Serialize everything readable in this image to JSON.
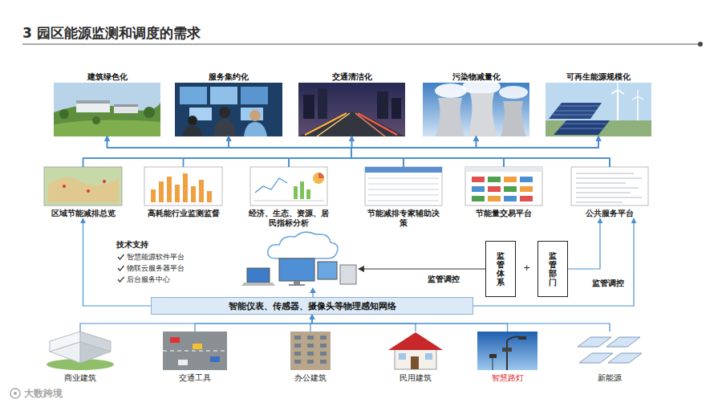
{
  "diagram": {
    "title": "3 园区能源监测和调度的需求",
    "nodes": [
      {
        "text": [
          "建筑绿色化"
        ]
      },
      {
        "text": [
          "服务集约化"
        ]
      },
      {
        "text": [
          "交通清洁化"
        ]
      },
      {
        "text": [
          "污染物减量化"
        ]
      },
      {
        "text": [
          "可再生能源规模化"
        ]
      },
      {
        "text": [
          "区域节能减排总览"
        ]
      },
      {
        "text": [
          "高耗能行业监测监督"
        ]
      },
      {
        "text": [
          "经济、生态、资源、居民指标分析"
        ]
      },
      {
        "text": [
          "节能减排专家辅助决策"
        ]
      },
      {
        "text": [
          "节能量交易平台"
        ]
      },
      {
        "text": [
          "公共服务平台"
        ]
      },
      {
        "text": [
          "监管体系"
        ]
      },
      {
        "text": [
          "监管部门"
        ]
      },
      {
        "text": [
          "智能仪表、传感器、摄像头等物理感知网络"
        ]
      },
      {
        "text": [
          "商业建筑"
        ]
      },
      {
        "text": [
          "交通工具"
        ]
      },
      {
        "text": [
          "办公建筑"
        ]
      },
      {
        "text": [
          "民用建筑"
        ]
      },
      {
        "text": [
          "智慧路灯"
        ]
      },
      {
        "text": [
          "新能源"
        ]
      }
    ],
    "edges": [
      {
        "from": 5,
        "to": 0,
        "arrow": "to"
      },
      {
        "from": 5,
        "to": 1,
        "arrow": "to"
      },
      {
        "from": 5,
        "to": 2,
        "arrow": "to"
      },
      {
        "from": 5,
        "to": 3,
        "arrow": "to"
      },
      {
        "from": 5,
        "to": 4,
        "arrow": "to"
      },
      {
        "from": 6,
        "to": 0,
        "arrow": "to"
      },
      {
        "from": 6,
        "to": 1,
        "arrow": "to"
      },
      {
        "from": 6,
        "to": 2,
        "arrow": "to"
      },
      {
        "from": 6,
        "to": 3,
        "arrow": "to"
      },
      {
        "from": 6,
        "to": 4,
        "arrow": "to"
      },
      {
        "from": 7,
        "to": 0,
        "arrow": "to"
      },
      {
        "from": 7,
        "to": 1,
        "arrow": "to"
      },
      {
        "from": 7,
        "to": 2,
        "arrow": "to"
      },
      {
        "from": 7,
        "to": 3,
        "arrow": "to"
      },
      {
        "from": 7,
        "to": 4,
        "arrow": "to"
      },
      {
        "from": 8,
        "to": 0,
        "arrow": "to"
      },
      {
        "from": 8,
        "to": 1,
        "arrow": "to"
      },
      {
        "from": 8,
        "to": 2,
        "arrow": "to"
      },
      {
        "from": 8,
        "to": 3,
        "arrow": "to"
      },
      {
        "from": 8,
        "to": 4,
        "arrow": "to"
      },
      {
        "from": 9,
        "to": 0,
        "arrow": "to"
      },
      {
        "from": 9,
        "to": 1,
        "arrow": "to"
      },
      {
        "from": 9,
        "to": 2,
        "arrow": "to"
      },
      {
        "from": 9,
        "to": 3,
        "arrow": "to"
      },
      {
        "from": 9,
        "to": 4,
        "arrow": "to"
      },
      {
        "from": 10,
        "to": 0,
        "arrow": "to"
      },
      {
        "from": 10,
        "to": 1,
        "arrow": "to"
      },
      {
        "from": 10,
        "to": 2,
        "arrow": "to"
      },
      {
        "from": 10,
        "to": 3,
        "arrow": "to"
      },
      {
        "from": 10,
        "to": 4,
        "arrow": "to"
      },
      {
        "from": 14,
        "to": 13,
        "arrow": "to"
      },
      {
        "from": 15,
        "to": 13,
        "arrow": "to"
      },
      {
        "from": 16,
        "to": 13,
        "arrow": "to"
      },
      {
        "from": 17,
        "to": 13,
        "arrow": "to"
      },
      {
        "from": 18,
        "to": 13,
        "arrow": "to"
      },
      {
        "from": 19,
        "to": 13,
        "arrow": "to"
      },
      {
        "from": 13,
        "to": 5,
        "arrow": "to"
      },
      {
        "from": 13,
        "to": 10,
        "arrow": "to"
      },
      {
        "from": 12,
        "to": 10,
        "label": "监管调控",
        "arrow": "to"
      }
    ],
    "labels": [
      "技术支持",
      "智慧能源软件平台",
      "物联云服务器平台",
      "后台服务中心",
      "+",
      "监管调控",
      "大数跨境"
    ]
  }
}
